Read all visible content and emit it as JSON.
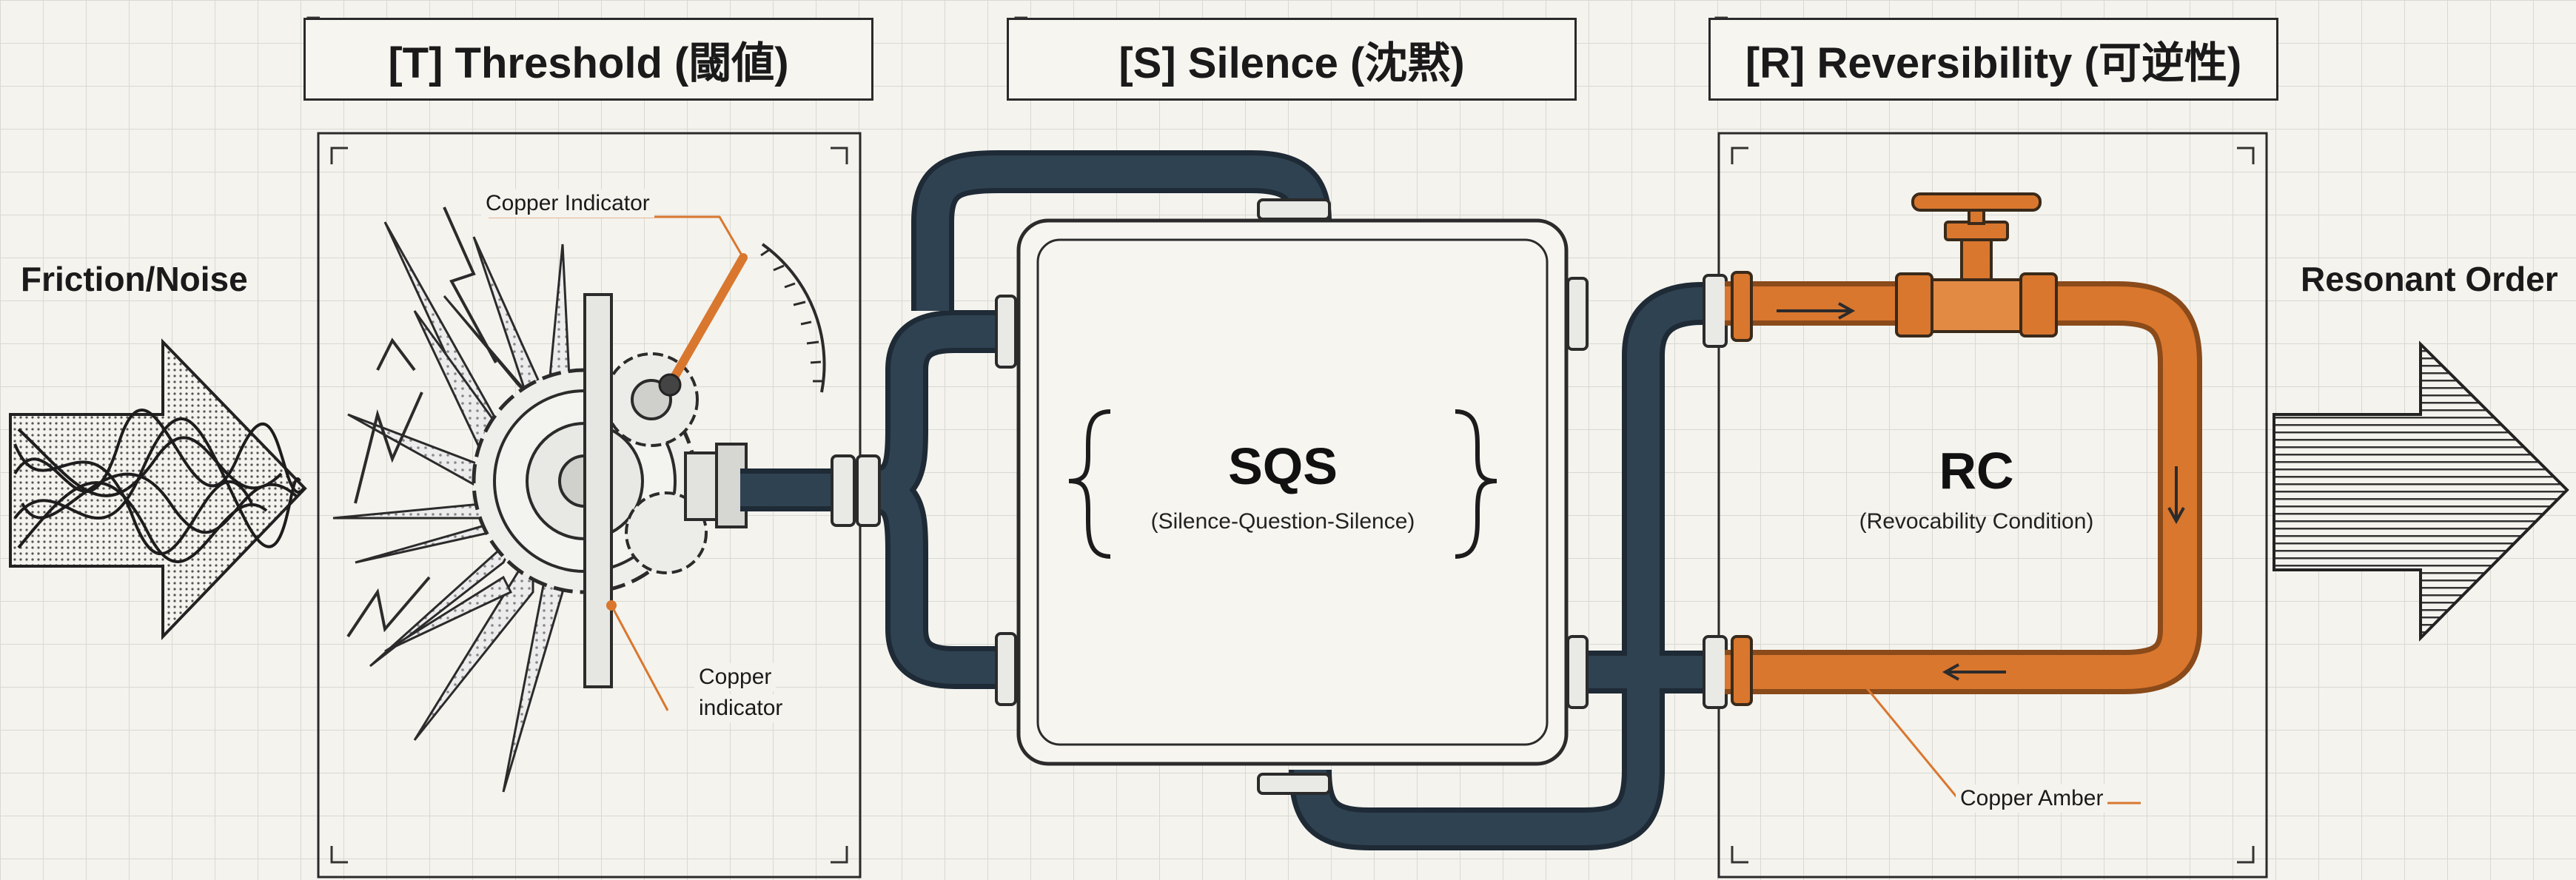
{
  "sections": {
    "threshold": {
      "title": "[T] Threshold (閾値)"
    },
    "silence": {
      "title": "[S] Silence (沈黙)"
    },
    "reversibility": {
      "title": "[R] Reversibility (可逆性)"
    }
  },
  "input_label": "Friction/Noise",
  "output_label": "Resonant Order",
  "callouts": {
    "gauge_needle": "Copper Indicator",
    "lever": [
      "Copper",
      "indicator"
    ],
    "valve_pipe": "Copper Amber"
  },
  "sqs": {
    "acronym": "SQS",
    "expansion": "(Silence-Question-Silence)"
  },
  "rc": {
    "acronym": "RC",
    "expansion": "(Revocability Condition)"
  },
  "colors": {
    "pipe_navy": "#2f4252",
    "copper": "#d9772e",
    "ink": "#1c1c1c",
    "paper": "#f4f3ee"
  }
}
